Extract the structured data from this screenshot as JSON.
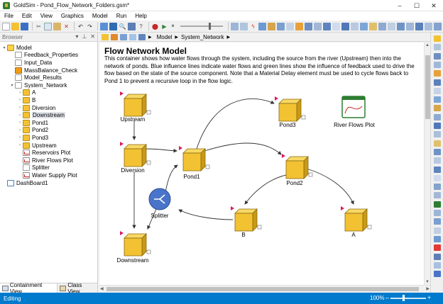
{
  "window": {
    "title": "GoldSim - Pond_Flow_Network_Folders.gsm*",
    "minimize": "–",
    "maximize": "☐",
    "close": "✕"
  },
  "menu": [
    "File",
    "Edit",
    "View",
    "Graphics",
    "Model",
    "Run",
    "Help"
  ],
  "browser": {
    "header": "Browser",
    "pin": "📌",
    "close": "✕",
    "items": [
      {
        "label": "Model",
        "depth": 0,
        "twisty": "▾",
        "icon": "fold"
      },
      {
        "label": "Feedback_Properties",
        "depth": 1,
        "twisty": "",
        "icon": "white"
      },
      {
        "label": "Input_Data",
        "depth": 1,
        "twisty": "",
        "icon": "white"
      },
      {
        "label": "MassBalance_Check",
        "depth": 1,
        "twisty": "",
        "icon": "orange"
      },
      {
        "label": "Model_Results",
        "depth": 1,
        "twisty": "",
        "icon": "white"
      },
      {
        "label": "System_Network",
        "depth": 1,
        "twisty": "▾",
        "icon": "white"
      },
      {
        "label": "A",
        "depth": 2,
        "twisty": "›",
        "icon": "cube"
      },
      {
        "label": "B",
        "depth": 2,
        "twisty": "›",
        "icon": "cube"
      },
      {
        "label": "Diversion",
        "depth": 2,
        "twisty": "›",
        "icon": "cube"
      },
      {
        "label": "Downstream",
        "depth": 2,
        "twisty": "›",
        "icon": "cube",
        "selected": true
      },
      {
        "label": "Pond1",
        "depth": 2,
        "twisty": "›",
        "icon": "cube"
      },
      {
        "label": "Pond2",
        "depth": 2,
        "twisty": "›",
        "icon": "cube"
      },
      {
        "label": "Pond3",
        "depth": 2,
        "twisty": "›",
        "icon": "cube"
      },
      {
        "label": "Upstream",
        "depth": 2,
        "twisty": "›",
        "icon": "cube"
      },
      {
        "label": "Reservoirs Plot",
        "depth": 2,
        "twisty": "",
        "icon": "chart"
      },
      {
        "label": "River Flows Plot",
        "depth": 2,
        "twisty": "",
        "icon": "chart"
      },
      {
        "label": "Splitter",
        "depth": 2,
        "twisty": "",
        "icon": "splitter"
      },
      {
        "label": "Water Supply Plot",
        "depth": 2,
        "twisty": "",
        "icon": "chart"
      },
      {
        "label": "DashBoard1",
        "depth": 0,
        "twisty": "",
        "icon": "dash"
      }
    ],
    "tabs": [
      "Containment View",
      "Class View"
    ]
  },
  "breadcrumb": [
    "Model",
    "System_Network"
  ],
  "canvas": {
    "title": "Flow Network Model",
    "description": "This container shows how water flows through the system, including the source from the river (Upstream) then into the network of ponds. Blue influence lines indicate water flows and green lines show the influence of feedback used to drive the flow based on the state of the source component. Note that a Material Delay element must be used to cycle flows back to Pond 1 to prevent a recursive loop in the flow logic.",
    "nodes": [
      {
        "id": "upstream",
        "label": "Upstream",
        "type": "cube"
      },
      {
        "id": "diversion",
        "label": "Diversion",
        "type": "cube"
      },
      {
        "id": "pond1",
        "label": "Pond1",
        "type": "cube"
      },
      {
        "id": "pond2",
        "label": "Pond2",
        "type": "cube"
      },
      {
        "id": "pond3",
        "label": "Pond3",
        "type": "cube"
      },
      {
        "id": "splitter",
        "label": "Splitter",
        "type": "circle"
      },
      {
        "id": "b",
        "label": "B",
        "type": "cube"
      },
      {
        "id": "a",
        "label": "A",
        "type": "cube"
      },
      {
        "id": "downstream",
        "label": "Downstream",
        "type": "cube"
      },
      {
        "id": "riverplot",
        "label": "River Flows Plot",
        "type": "plot"
      }
    ]
  },
  "status": {
    "text": "Editing",
    "zoom": "100%"
  },
  "colors": {
    "cube": "#f2c233",
    "cube_dark": "#c99a14",
    "splitter": "#4a74c9",
    "status": "#007acc",
    "marker": "#d81b60",
    "plot_border": "#2e7d32"
  }
}
